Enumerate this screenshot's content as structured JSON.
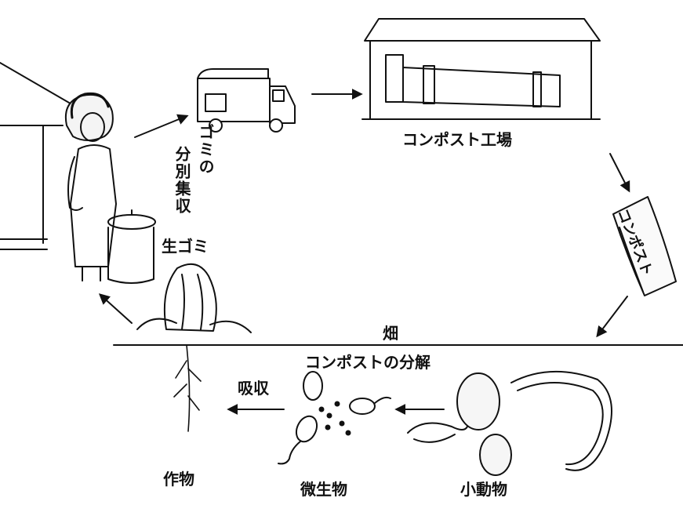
{
  "labels": {
    "garbage_collection_vertical_1": "ゴミの",
    "garbage_collection_vertical_2": "分別集収",
    "kitchen_waste": "生ゴミ",
    "compost_factory": "コンポスト工場",
    "bag_label": "コンポスト",
    "field": "畑",
    "compost_decomposition": "コンポストの分解",
    "absorption": "吸収",
    "crop": "作物",
    "microorganisms": "微生物",
    "small_animals": "小動物"
  },
  "colors": {
    "ink": "#111111",
    "paper": "#ffffff"
  }
}
